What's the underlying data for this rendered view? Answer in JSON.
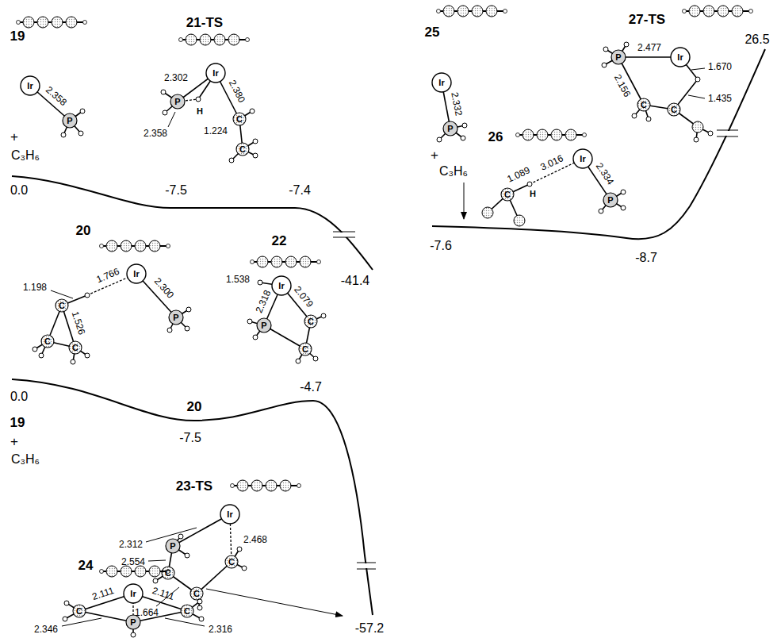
{
  "diagram": {
    "labels": [
      "19",
      "Ir",
      "P",
      "2.358",
      "+",
      "C₃H₆",
      "0.0",
      "21-TS",
      "Ir",
      "P",
      "H",
      "C",
      "C",
      "2.302",
      "2.380",
      "1.224",
      "2.358",
      "-7.5",
      "-7.4",
      "20",
      "Ir",
      "P",
      "C",
      "C",
      "C",
      "1.766",
      "2.300",
      "1.198",
      "1.526",
      "22",
      "Ir",
      "P",
      "C",
      "C",
      "1.538",
      "2.318",
      "2.079",
      "-41.4",
      "25",
      "Ir",
      "P",
      "2.332",
      "+",
      "C₃H₆",
      "27-TS",
      "Ir",
      "P",
      "C",
      "C",
      "2.477",
      "1.670",
      "2.156",
      "1.435",
      "26.5",
      "26",
      "Ir",
      "P",
      "C",
      "H",
      "1.089",
      "3.016",
      "2.334",
      "-7.6",
      "-8.7",
      "0.0",
      "19",
      "+",
      "C₃H₆",
      "20",
      "-7.5",
      "-4.7",
      "23-TS",
      "Ir",
      "P",
      "C",
      "C",
      "C",
      "2.312",
      "2.554",
      "2.468",
      "1.664",
      "24",
      "Ir",
      "C",
      "C",
      "P",
      "2.111",
      "2.111",
      "2.346",
      "2.316",
      "-57.2"
    ]
  }
}
